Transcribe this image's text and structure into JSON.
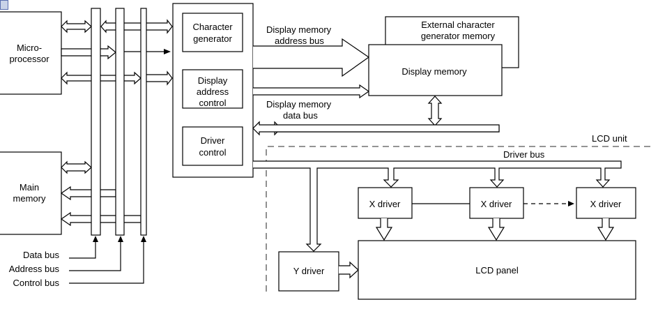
{
  "diagram": {
    "type": "block-diagram",
    "blocks": {
      "microprocessor": [
        "Micro-",
        "processor"
      ],
      "main_memory": [
        "Main",
        "memory"
      ],
      "character_generator": [
        "Character",
        "generator"
      ],
      "display_address_control": [
        "Display",
        "address",
        "control"
      ],
      "driver_control": [
        "Driver",
        "control"
      ],
      "external_cg_memory": [
        "External character",
        "generator memory"
      ],
      "display_memory": "Display memory",
      "x_driver_1": "X driver",
      "x_driver_2": "X driver",
      "x_driver_3": "X driver",
      "y_driver": "Y driver",
      "lcd_panel": "LCD panel"
    },
    "labels": {
      "dm_address_bus": [
        "Display memory",
        "address bus"
      ],
      "dm_data_bus": [
        "Display memory",
        "data bus"
      ],
      "lcd_unit": "LCD unit",
      "driver_bus": "Driver bus",
      "data_bus": "Data bus",
      "address_bus": "Address bus",
      "control_bus": "Control bus"
    },
    "connections": [
      {
        "from": "Micro-processor",
        "to": "Data bus",
        "kind": "bidirectional"
      },
      {
        "from": "Micro-processor",
        "to": "Address bus",
        "kind": "unidirectional"
      },
      {
        "from": "Micro-processor",
        "to": "Control bus",
        "kind": "bidirectional"
      },
      {
        "from": "Main memory",
        "to": "Data bus",
        "kind": "bidirectional"
      },
      {
        "from": "Address bus",
        "to": "Main memory",
        "kind": "unidirectional"
      },
      {
        "from": "Control bus",
        "to": "Main memory",
        "kind": "unidirectional"
      },
      {
        "from": "Buses",
        "to": "Controller",
        "kind": "mixed"
      },
      {
        "from": "Controller",
        "to": "Display memory",
        "kind": "Display memory address bus"
      },
      {
        "from": "Display memory",
        "to": "Controller",
        "kind": "Display memory data bus"
      },
      {
        "from": "Driver control",
        "to": "X drivers",
        "kind": "Driver bus"
      },
      {
        "from": "Driver control",
        "to": "Y driver",
        "kind": "unidirectional"
      },
      {
        "from": "X driver",
        "to": "X driver",
        "kind": "cascade"
      },
      {
        "from": "X drivers",
        "to": "LCD panel",
        "kind": "unidirectional"
      },
      {
        "from": "Y driver",
        "to": "LCD panel",
        "kind": "unidirectional"
      }
    ]
  }
}
